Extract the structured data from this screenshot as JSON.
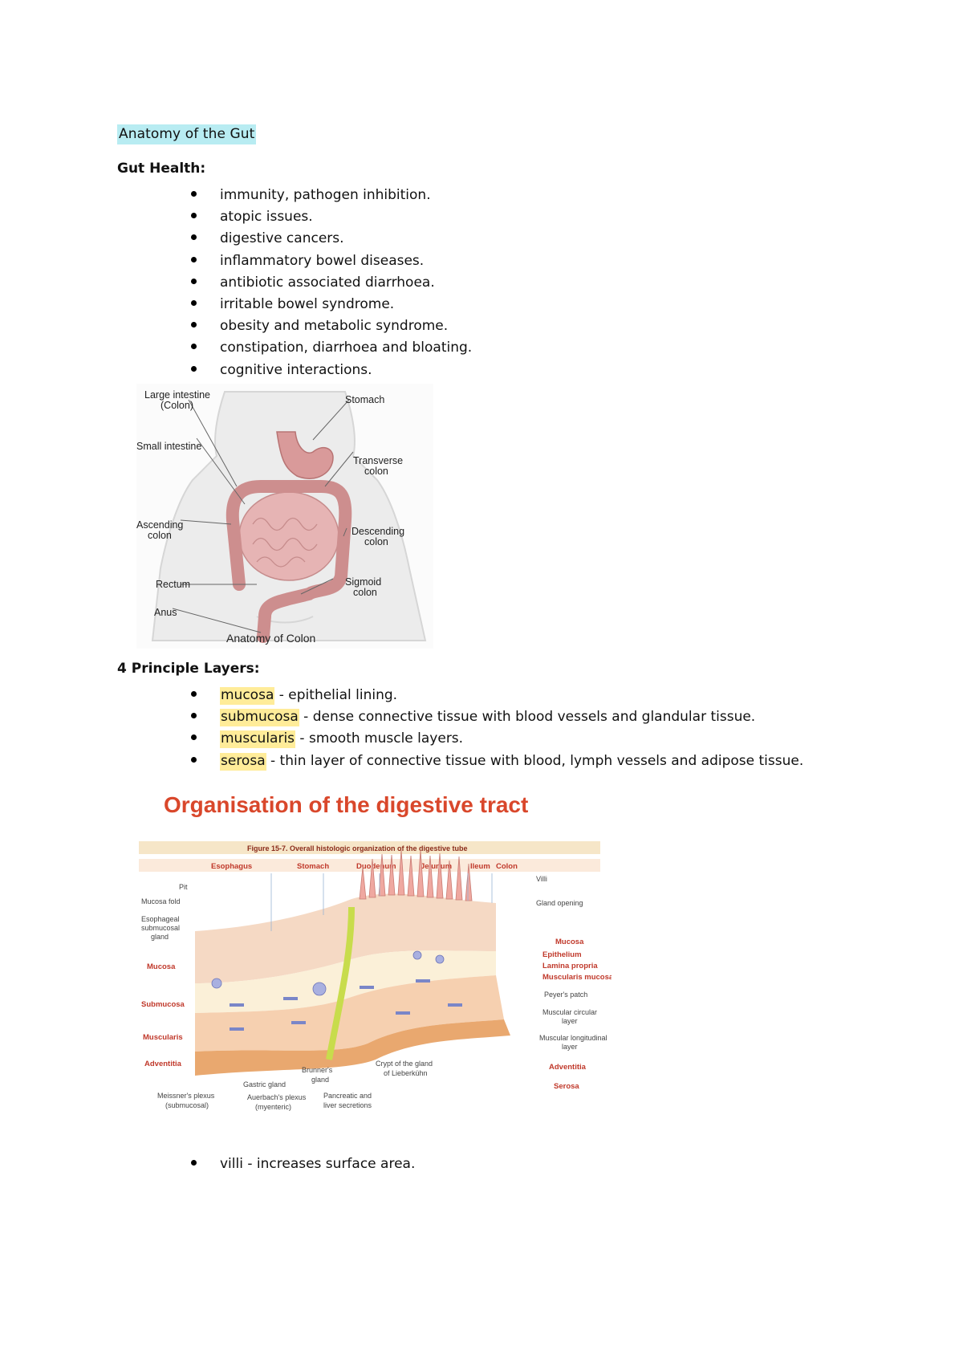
{
  "title": "Anatomy of the Gut",
  "gut_health": {
    "heading": "Gut Health:",
    "items": [
      "immunity, pathogen inhibition.",
      "atopic issues.",
      "digestive cancers.",
      "inflammatory bowel diseases.",
      "antibiotic associated diarrhoea.",
      "irritable bowel syndrome.",
      "obesity and metabolic syndrome.",
      "constipation, diarrhoea and bloating.",
      "cognitive interactions."
    ]
  },
  "figure_colon": {
    "caption": "Anatomy of Colon",
    "labels": {
      "large_intestine_1": "Large intestine",
      "large_intestine_2": "(Colon)",
      "stomach": "Stomach",
      "small_intestine": "Small intestine",
      "transverse_1": "Transverse",
      "transverse_2": "colon",
      "ascending_1": "Ascending",
      "ascending_2": "colon",
      "descending_1": "Descending",
      "descending_2": "colon",
      "rectum": "Rectum",
      "sigmoid_1": "Sigmoid",
      "sigmoid_2": "colon",
      "anus": "Anus"
    }
  },
  "layers": {
    "heading": "4 Principle Layers:",
    "items": [
      {
        "term": "mucosa",
        "desc": " - epithelial lining."
      },
      {
        "term": "submucosa",
        "desc": " - dense connective tissue with blood vessels and glandular tissue."
      },
      {
        "term": "muscularis",
        "desc": " - smooth muscle layers."
      },
      {
        "term": "serosa",
        "desc": " - thin layer of connective tissue with blood, lymph vessels and adipose tissue."
      }
    ]
  },
  "figure_tract": {
    "title": "Organisation of the digestive tract",
    "subtitle": "Figure 15-7. Overall histologic organization of the digestive tube",
    "regions": [
      "Esophagus",
      "Stomach",
      "Duodenum",
      "Jejunum",
      "Ileum",
      "Colon"
    ],
    "left_labels": {
      "pit": "Pit",
      "mucosa_fold": "Mucosa fold",
      "esoph_1": "Esophageal",
      "esoph_2": "submucosal",
      "esoph_3": "gland",
      "mucosa": "Mucosa",
      "submucosa": "Submucosa",
      "muscularis": "Muscularis",
      "adventitia": "Adventitia"
    },
    "right_labels": {
      "villi": "Villi",
      "gland_opening": "Gland opening",
      "mucosa": "Mucosa",
      "epithelium": "Epithelium",
      "lamina": "Lamina propria",
      "muscularis_mucosae": "Muscularis mucosae",
      "peyers": "Peyer's patch",
      "circ_1": "Muscular circular",
      "circ_2": "layer",
      "long_1": "Muscular longitudinal",
      "long_2": "layer",
      "adventitia": "Adventitia",
      "serosa": "Serosa"
    },
    "bottom_labels": {
      "meissner_1": "Meissner's plexus",
      "meissner_2": "(submucosal)",
      "gastric": "Gastric gland",
      "auerbach_1": "Auerbach's plexus",
      "auerbach_2": "(myenteric)",
      "brunner_1": "Brunner's",
      "brunner_2": "gland",
      "pancreatic_1": "Pancreatic and",
      "pancreatic_2": "liver secretions",
      "crypt_1": "Crypt of the gland",
      "crypt_2": "of Lieberkühn"
    }
  },
  "villi_item": {
    "term": "villi",
    "desc": " - increases surface area."
  }
}
